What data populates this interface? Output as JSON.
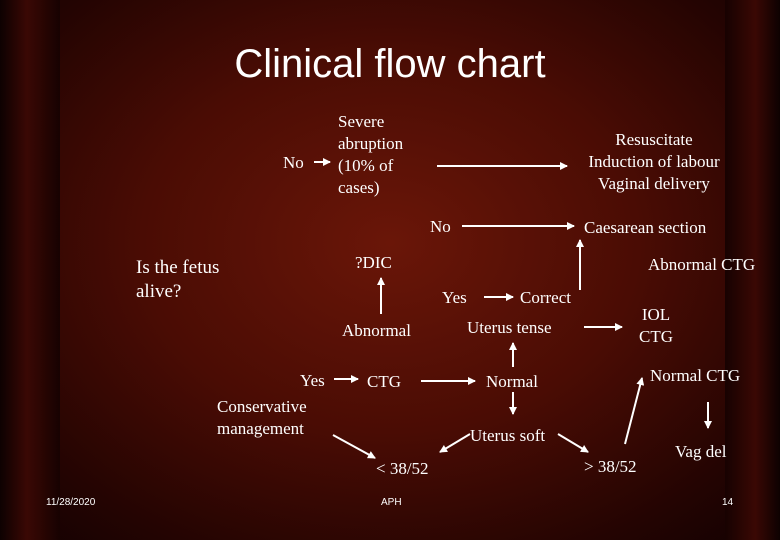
{
  "title": "Clinical flow chart",
  "nodes": {
    "is_fetus_alive": "Is the fetus alive?",
    "no_top": "No",
    "severe_abruption": "Severe abruption (10% of cases)",
    "resuscitate": [
      "Resuscitate",
      "Induction of labour",
      "Vaginal delivery"
    ],
    "no_middle": "No",
    "caesarean_section": "Caesarean section",
    "dic": "?DIC",
    "abnormal_ctg_right": "Abnormal CTG",
    "yes_middle": "Yes",
    "correct": "Correct",
    "abnormal": "Abnormal",
    "uterus_tense": "Uterus tense",
    "iol_ctg": [
      "IOL",
      "CTG"
    ],
    "yes_left": "Yes",
    "ctg": "CTG",
    "normal": "Normal",
    "normal_ctg": "Normal CTG",
    "conservative_management": [
      "Conservative",
      "management"
    ],
    "uterus_soft": "Uterus soft",
    "lt_38_52": "< 38/52",
    "gt_38_52": "> 38/52",
    "vag_del": "Vag del"
  },
  "footer": {
    "date": "11/28/2020",
    "author": "APH",
    "page": "14"
  },
  "colors": {
    "background": "#4a0c04",
    "text": "#ffffff"
  }
}
